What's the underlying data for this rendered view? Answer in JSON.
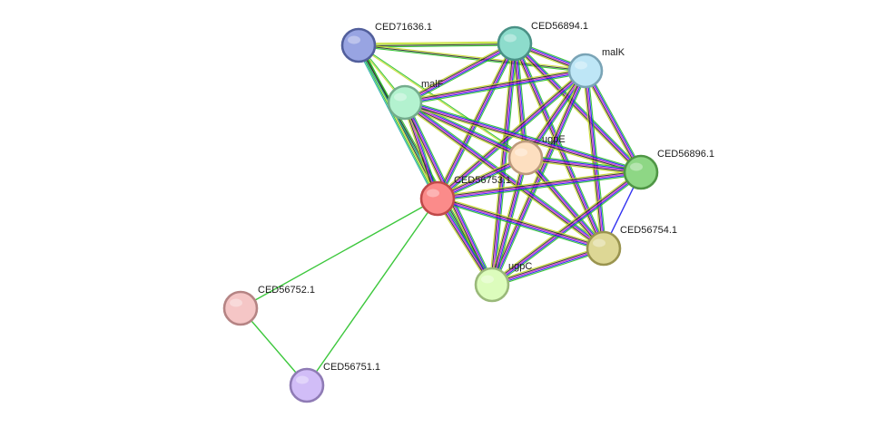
{
  "network": {
    "nodes": [
      {
        "id": "CED71636.1",
        "label": "CED71636.1",
        "fill": "#98a4e2",
        "stroke": "#525f9c"
      },
      {
        "id": "CED56894.1",
        "label": "CED56894.1",
        "fill": "#8ddccc",
        "stroke": "#4a9186"
      },
      {
        "id": "malK",
        "label": "malK",
        "fill": "#bee6f6",
        "stroke": "#7aa4b6"
      },
      {
        "id": "malF",
        "label": "malF",
        "fill": "#b3f2cf",
        "stroke": "#74ad8d"
      },
      {
        "id": "ugpE",
        "label": "ugpE",
        "fill": "#fddfc0",
        "stroke": "#bd9a7c"
      },
      {
        "id": "CED56896.1",
        "label": "CED56896.1",
        "fill": "#8ed785",
        "stroke": "#4f9645"
      },
      {
        "id": "CED56753.1",
        "label": "CED56753.1",
        "fill": "#fb8b8a",
        "stroke": "#c04949"
      },
      {
        "id": "CED56754.1",
        "label": "CED56754.1",
        "fill": "#ddd795",
        "stroke": "#9a944f"
      },
      {
        "id": "ugpC",
        "label": "ugpC",
        "fill": "#dcfcbc",
        "stroke": "#9ab97a"
      },
      {
        "id": "CED56752.1",
        "label": "CED56752.1",
        "fill": "#f5c6c6",
        "stroke": "#b58484"
      },
      {
        "id": "CED56751.1",
        "label": "CED56751.1",
        "fill": "#d1bdf7",
        "stroke": "#8f7bb5"
      }
    ],
    "edge_colors": {
      "green": "#27c127",
      "blue": "#1a1aee",
      "magenta": "#d21fd2",
      "black": "#2a2a2a",
      "yellow": "#c9d926",
      "teal": "#1aa6a6",
      "lime": "#a6e01a"
    },
    "edges": [
      {
        "source": "CED56753.1",
        "target": "CED56752.1",
        "evidence": [
          "green"
        ]
      },
      {
        "source": "CED56753.1",
        "target": "CED56751.1",
        "evidence": [
          "green"
        ]
      },
      {
        "source": "CED56752.1",
        "target": "CED56751.1",
        "evidence": [
          "green"
        ]
      },
      {
        "source": "CED56896.1",
        "target": "CED56754.1",
        "evidence": [
          "blue"
        ]
      },
      {
        "source": "CED71636.1",
        "target": "CED56894.1",
        "evidence": [
          "yellow",
          "lime",
          "black",
          "green"
        ]
      },
      {
        "source": "CED71636.1",
        "target": "malK",
        "evidence": [
          "yellow",
          "black",
          "green"
        ]
      },
      {
        "source": "CED71636.1",
        "target": "malF",
        "evidence": [
          "green",
          "yellow"
        ]
      },
      {
        "source": "CED71636.1",
        "target": "CED56753.1",
        "evidence": [
          "green",
          "black",
          "yellow",
          "green",
          "teal"
        ]
      },
      {
        "source": "CED71636.1",
        "target": "ugpE",
        "evidence": [
          "green",
          "yellow"
        ]
      },
      {
        "source": "CED71636.1",
        "target": "ugpC",
        "evidence": [
          "green",
          "black",
          "teal"
        ]
      },
      {
        "source": "CED56894.1",
        "target": "malK",
        "evidence": [
          "green",
          "blue",
          "magenta",
          "black",
          "yellow"
        ]
      },
      {
        "source": "CED56894.1",
        "target": "malF",
        "evidence": [
          "green",
          "blue",
          "magenta",
          "black",
          "yellow"
        ]
      },
      {
        "source": "CED56894.1",
        "target": "CED56753.1",
        "evidence": [
          "green",
          "blue",
          "magenta",
          "black",
          "yellow"
        ]
      },
      {
        "source": "CED56894.1",
        "target": "ugpE",
        "evidence": [
          "green",
          "blue",
          "magenta",
          "black",
          "yellow"
        ]
      },
      {
        "source": "CED56894.1",
        "target": "CED56896.1",
        "evidence": [
          "green",
          "blue",
          "magenta",
          "black",
          "yellow"
        ]
      },
      {
        "source": "CED56894.1",
        "target": "CED56754.1",
        "evidence": [
          "green",
          "blue",
          "magenta",
          "black",
          "yellow"
        ]
      },
      {
        "source": "CED56894.1",
        "target": "ugpC",
        "evidence": [
          "green",
          "blue",
          "magenta",
          "black",
          "yellow"
        ]
      },
      {
        "source": "malK",
        "target": "malF",
        "evidence": [
          "green",
          "blue",
          "magenta",
          "black",
          "yellow"
        ]
      },
      {
        "source": "malK",
        "target": "CED56753.1",
        "evidence": [
          "green",
          "blue",
          "magenta",
          "black",
          "yellow"
        ]
      },
      {
        "source": "malK",
        "target": "ugpE",
        "evidence": [
          "green",
          "blue",
          "magenta",
          "black",
          "yellow"
        ]
      },
      {
        "source": "malK",
        "target": "CED56896.1",
        "evidence": [
          "green",
          "blue",
          "magenta",
          "black",
          "yellow"
        ]
      },
      {
        "source": "malK",
        "target": "CED56754.1",
        "evidence": [
          "green",
          "blue",
          "magenta",
          "black",
          "yellow"
        ]
      },
      {
        "source": "malK",
        "target": "ugpC",
        "evidence": [
          "green",
          "blue",
          "magenta",
          "black",
          "yellow"
        ]
      },
      {
        "source": "malF",
        "target": "CED56753.1",
        "evidence": [
          "green",
          "blue",
          "magenta",
          "black",
          "yellow"
        ]
      },
      {
        "source": "malF",
        "target": "ugpE",
        "evidence": [
          "green",
          "blue",
          "magenta",
          "black",
          "yellow"
        ]
      },
      {
        "source": "malF",
        "target": "CED56896.1",
        "evidence": [
          "green",
          "blue",
          "magenta",
          "black",
          "yellow"
        ]
      },
      {
        "source": "malF",
        "target": "CED56754.1",
        "evidence": [
          "green",
          "blue",
          "magenta",
          "black",
          "yellow"
        ]
      },
      {
        "source": "malF",
        "target": "ugpC",
        "evidence": [
          "green",
          "blue",
          "magenta",
          "black",
          "yellow"
        ]
      },
      {
        "source": "ugpE",
        "target": "CED56753.1",
        "evidence": [
          "green",
          "blue",
          "magenta",
          "black",
          "yellow"
        ]
      },
      {
        "source": "ugpE",
        "target": "CED56896.1",
        "evidence": [
          "green",
          "blue",
          "magenta",
          "black",
          "yellow"
        ]
      },
      {
        "source": "ugpE",
        "target": "CED56754.1",
        "evidence": [
          "green",
          "blue",
          "magenta",
          "black",
          "yellow"
        ]
      },
      {
        "source": "ugpE",
        "target": "ugpC",
        "evidence": [
          "green",
          "blue",
          "magenta",
          "black",
          "yellow"
        ]
      },
      {
        "source": "CED56896.1",
        "target": "CED56753.1",
        "evidence": [
          "green",
          "blue",
          "magenta",
          "black",
          "yellow"
        ]
      },
      {
        "source": "CED56896.1",
        "target": "ugpC",
        "evidence": [
          "green",
          "blue",
          "magenta",
          "black",
          "yellow"
        ]
      },
      {
        "source": "CED56754.1",
        "target": "CED56753.1",
        "evidence": [
          "green",
          "blue",
          "magenta",
          "black",
          "yellow"
        ]
      },
      {
        "source": "CED56754.1",
        "target": "ugpC",
        "evidence": [
          "green",
          "blue",
          "magenta",
          "black",
          "yellow"
        ]
      },
      {
        "source": "CED56753.1",
        "target": "ugpC",
        "evidence": [
          "green",
          "blue",
          "magenta",
          "black",
          "yellow"
        ]
      }
    ]
  }
}
